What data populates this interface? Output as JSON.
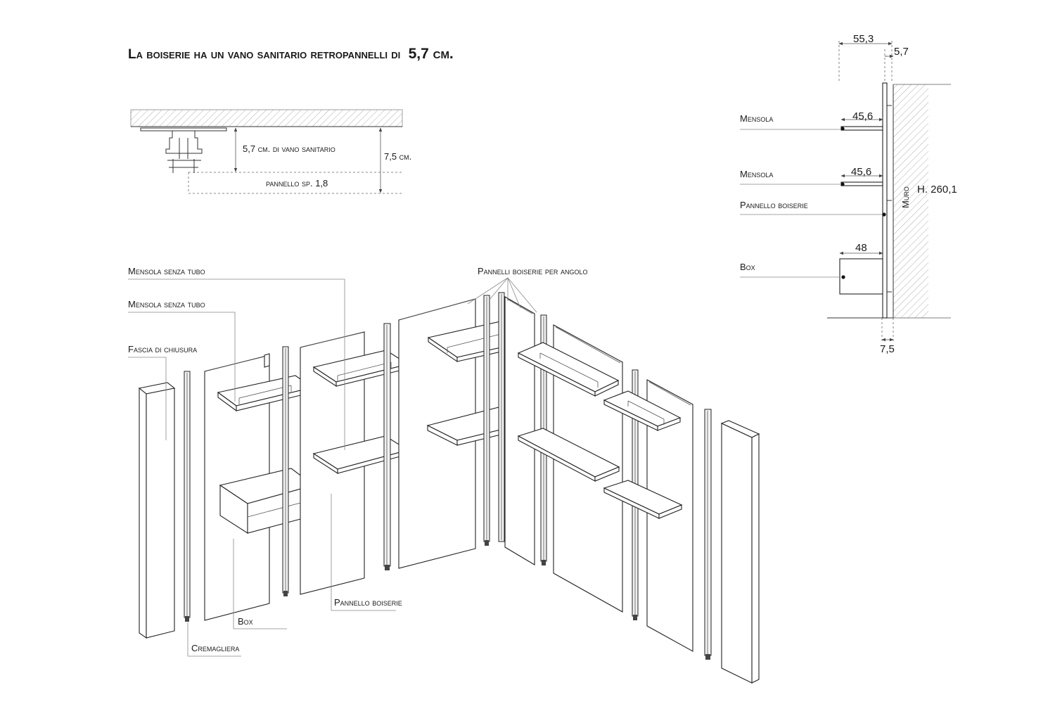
{
  "title": {
    "prefix": "La boiserie ha un vano sanitario retropannelli di",
    "value": "5,7 cm."
  },
  "section": {
    "vano_label": "5,7 cm. di vano sanitario",
    "total_label": "7,5 cm.",
    "panel_label": "pannello sp. 1,8"
  },
  "side_view": {
    "overall_depth": "55,3",
    "gap_top": "5,7",
    "gap_bottom": "7,5",
    "height": "H. 260,1",
    "wall_label": "Muro",
    "items": [
      {
        "label": "Mensola",
        "dimension": "45,6"
      },
      {
        "label": "Mensola",
        "dimension": "45,6"
      },
      {
        "label": "Pannello boiserie",
        "dimension": ""
      },
      {
        "label": "Box",
        "dimension": "48"
      }
    ]
  },
  "exploded_view": {
    "labels": {
      "mensola_1": "Mensola senza tubo",
      "mensola_2": "Mensola senza tubo",
      "fascia": "Fascia di chiusura",
      "pannelli_angolo": "Pannelli boiserie per angolo",
      "pannello": "Pannello boiserie",
      "box": "Box",
      "cremagliera": "Cremagliera"
    }
  },
  "colors": {
    "line": "#222222",
    "hatch": "#9a9a9a",
    "background": "#ffffff"
  }
}
